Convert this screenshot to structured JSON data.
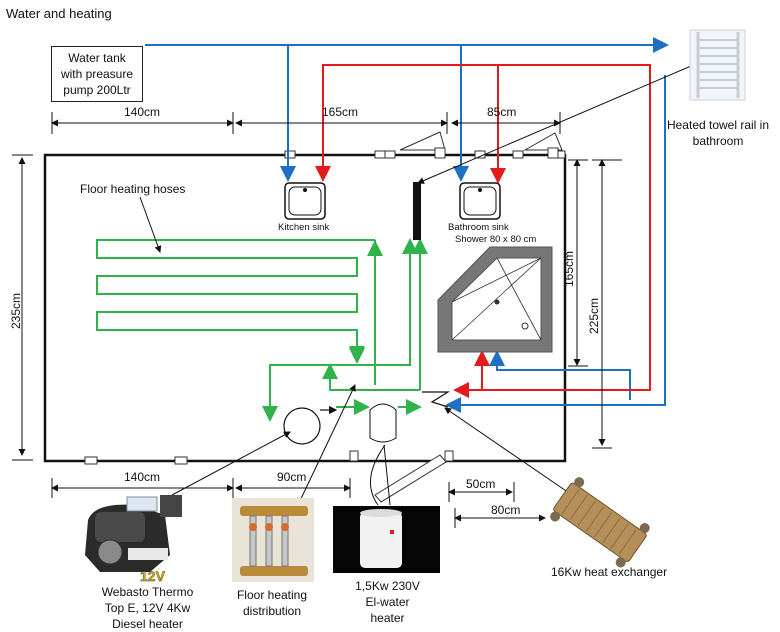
{
  "title": "Water and heating",
  "water_tank": {
    "line1": "Water tank",
    "line2": "with preasure",
    "line3": "pump 200Ltr"
  },
  "towel_rail": {
    "line1": "Heated towel rail in",
    "line2": "bathroom"
  },
  "dims": {
    "d140_top": "140cm",
    "d165_top": "165cm",
    "d85_top": "85cm",
    "d235": "235cm",
    "d165_right": "165cm",
    "d225": "225cm",
    "d140_bottom": "140cm",
    "d90": "90cm",
    "d50": "50cm",
    "d80": "80cm"
  },
  "labels": {
    "floor_hoses": "Floor heating hoses",
    "kitchen_sink": "Kitchen sink",
    "bathroom_sink": "Bathroom sink",
    "shower": "Shower 80 x 80 cm"
  },
  "components": {
    "webasto": {
      "line1": "Webasto Thermo",
      "line2": "Top E, 12V 4Kw",
      "line3": "Diesel heater",
      "badge": "12V"
    },
    "floor_dist": {
      "line1": "Floor heating",
      "line2": "distribution"
    },
    "el_heater": {
      "line1": "1,5Kw 230V",
      "line2": "El-water",
      "line3": "heater"
    },
    "heat_exchanger": {
      "line1": "16Kw heat exchanger"
    }
  },
  "colors": {
    "cold": "#1f6fc5",
    "hot": "#e31b1b",
    "heating": "#2fb34a",
    "outline": "#111111"
  }
}
